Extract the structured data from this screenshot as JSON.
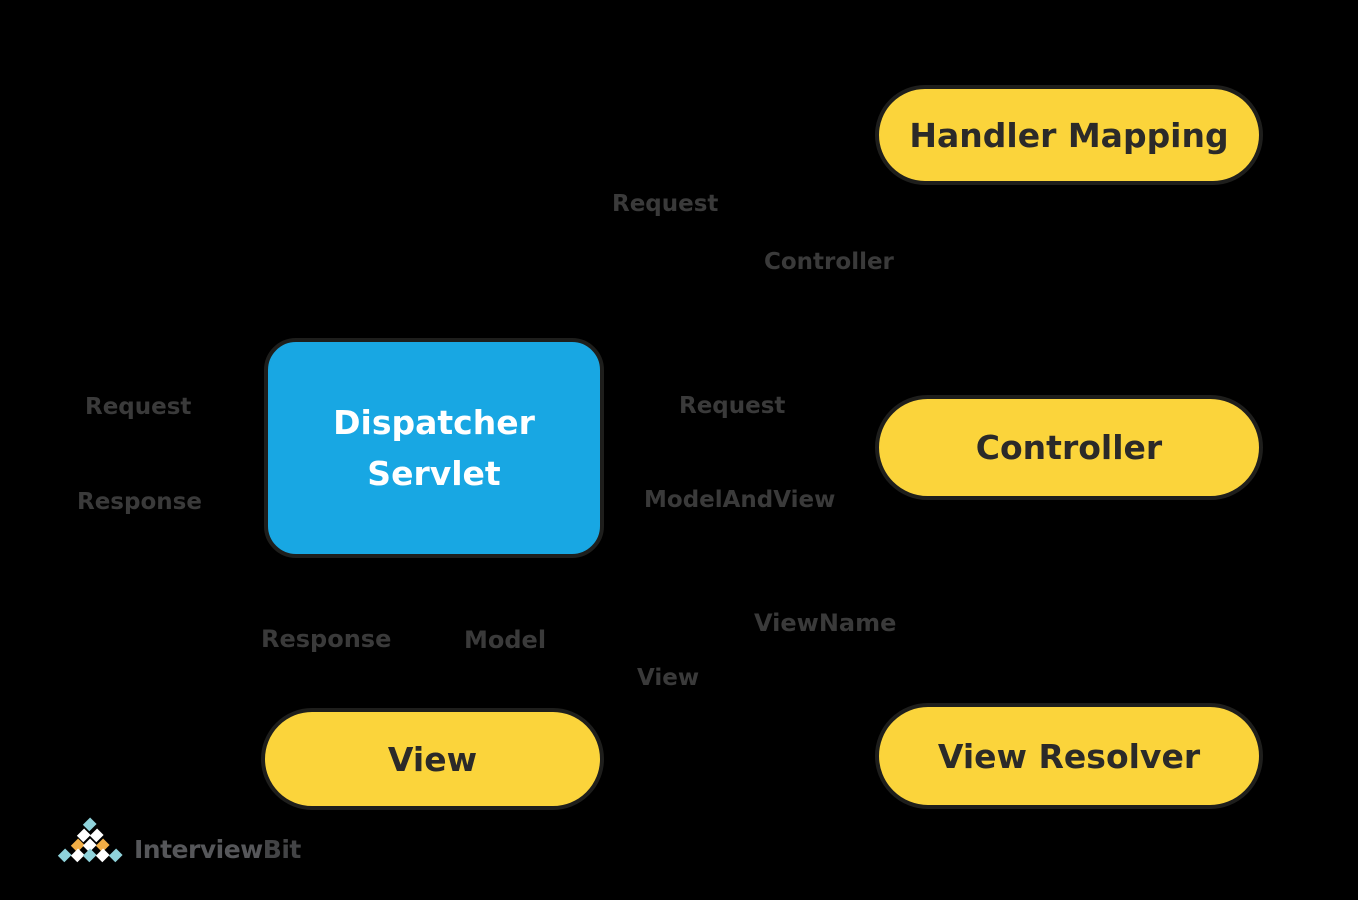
{
  "nodes": {
    "dispatcher": {
      "line1": "Dispatcher",
      "line2": "Servlet"
    },
    "handler_mapping": {
      "label": "Handler Mapping"
    },
    "controller": {
      "label": "Controller"
    },
    "view": {
      "label": "View"
    },
    "view_resolver": {
      "label": "View Resolver"
    }
  },
  "edge_labels": {
    "request_top": "Request",
    "controller": "Controller",
    "request_left": "Request",
    "response_left": "Response",
    "request_mid": "Request",
    "model_and_view": "ModelAndView",
    "view_name": "ViewName",
    "view": "View",
    "response_bottom": "Response",
    "model": "Model"
  },
  "logo": {
    "text_interview": "Interview",
    "text_bit": "Bit",
    "pyramid_rows": [
      [
        "teal"
      ],
      [
        "white",
        "white"
      ],
      [
        "orange",
        "white",
        "orange"
      ],
      [
        "teal",
        "white",
        "teal",
        "white",
        "teal"
      ]
    ]
  },
  "colors": {
    "background": "#000000",
    "node_yellow": "#FBD43B",
    "node_blue": "#18A7E3",
    "node_border": "#1E1E1C",
    "node_text_dark": "#2B2A29",
    "node_text_light": "#FFFFFF",
    "edge_label_text": "#3A3A3A",
    "logo_text": "#56575A",
    "logo_teal": "#8FD2DA",
    "logo_orange": "#F2AE45",
    "logo_white": "#FFFFFF"
  }
}
